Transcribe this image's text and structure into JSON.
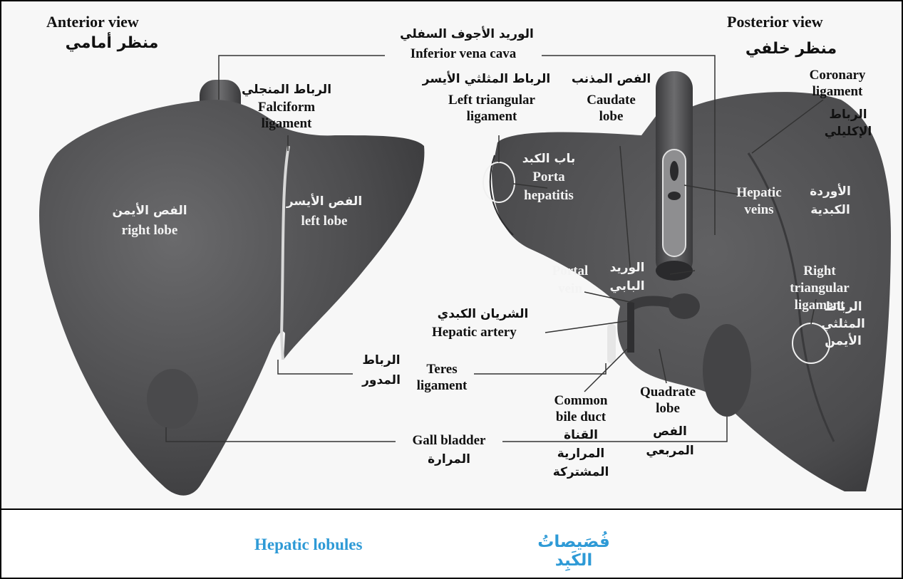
{
  "diagram": {
    "anterior_header_en": "Anterior view",
    "anterior_header_ar": "منظر أمامي",
    "posterior_header_en": "Posterior view",
    "posterior_header_ar": "منظر خلفي",
    "ivc_ar": "الوريد الأجوف السفلي",
    "ivc_en": "Inferior vena cava",
    "falciform_ar": "الرباط المنجلي",
    "falciform_en_1": "Falciform",
    "falciform_en_2": "ligament",
    "left_tri_ar": "الرباط المثلثي الأيسر",
    "left_tri_en_1": "Left triangular",
    "left_tri_en_2": "ligament",
    "caudate_ar": "الفص المذنب",
    "caudate_en_1": "Caudate",
    "caudate_en_2": "lobe",
    "coronary_en_1": "Coronary",
    "coronary_en_2": "ligament",
    "coronary_ar_1": "الرباط",
    "coronary_ar_2": "الإكليلي",
    "right_lobe_ar": "الفص الأيمن",
    "right_lobe_en": "right lobe",
    "left_lobe_ar": "الفص الأيسر",
    "left_lobe_en": "left lobe",
    "porta_ar": "باب الكبد",
    "porta_en_1": "Porta",
    "porta_en_2": "hepatitis",
    "hepatic_veins_en_1": "Hepatic",
    "hepatic_veins_en_2": "veins",
    "hepatic_veins_ar_1": "الأوردة",
    "hepatic_veins_ar_2": "الكبدية",
    "right_tri_en_1": "Right",
    "right_tri_en_2": "triangular",
    "right_tri_en_3": "ligament",
    "right_tri_ar_1": "الرباط",
    "right_tri_ar_2": "المثلثي",
    "right_tri_ar_3": "الأيمن",
    "portal_vein_en_1": "Portal",
    "portal_vein_en_2": "vein",
    "portal_vein_ar_1": "الوريد",
    "portal_vein_ar_2": "البابي",
    "hepatic_artery_ar": "الشريان الكبدي",
    "hepatic_artery_en": "Hepatic artery",
    "teres_ar_1": "الرباط",
    "teres_ar_2": "المدور",
    "teres_en_1": "Teres",
    "teres_en_2": "ligament",
    "common_bile_en_1": "Common",
    "common_bile_en_2": "bile duct",
    "common_bile_ar_1": "القناة",
    "common_bile_ar_2": "المرارية",
    "common_bile_ar_3": "المشتركة",
    "quadrate_en_1": "Quadrate",
    "quadrate_en_2": "lobe",
    "quadrate_ar_1": "الفص",
    "quadrate_ar_2": "المربعي",
    "gall_bladder_en": "Gall bladder",
    "gall_bladder_ar": "المرارة"
  },
  "footer": {
    "title_en": "Hepatic lobules",
    "title_ar": "فُصَيصاتُ الكَبِد"
  },
  "colors": {
    "liver": "#4f4f51",
    "liver_dark": "#3c3c3e",
    "ligament": "#d8d8d8",
    "footer_text": "#2e9ad6"
  }
}
